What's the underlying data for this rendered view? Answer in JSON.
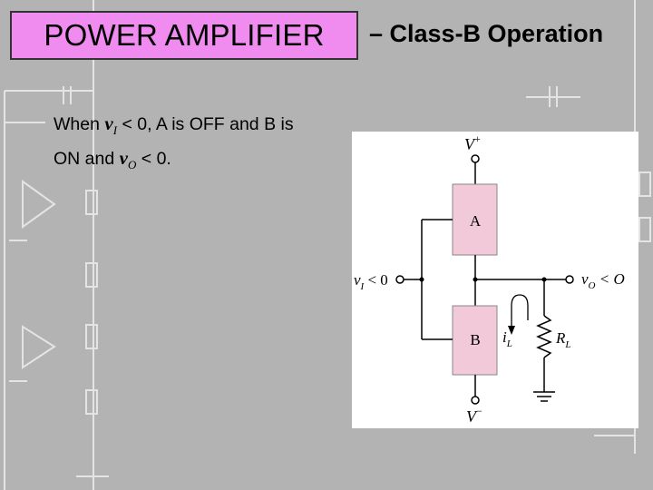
{
  "title": {
    "main": "POWER AMPLIFIER",
    "rest": "– Class-B Operation"
  },
  "body": {
    "line1_pre": "When ",
    "line1_var": "v",
    "line1_sub": "I",
    "line1_post": " < 0, A is OFF and B is",
    "line2_pre": "ON and ",
    "line2_var": "v",
    "line2_sub": "O",
    "line2_post": " < 0."
  },
  "circuit": {
    "supply_top": "V",
    "supply_top_sup": "+",
    "supply_bottom": "V",
    "supply_bottom_sup": "−",
    "block_a": "A",
    "block_b": "B",
    "input": "v",
    "input_sub": "I",
    "input_rest": " < 0",
    "output": "v",
    "output_sub": "O",
    "output_rest": " < O",
    "current": "i",
    "current_sub": "L",
    "load": "R",
    "load_sub": "L",
    "block_fill": "#f2c9d8"
  }
}
